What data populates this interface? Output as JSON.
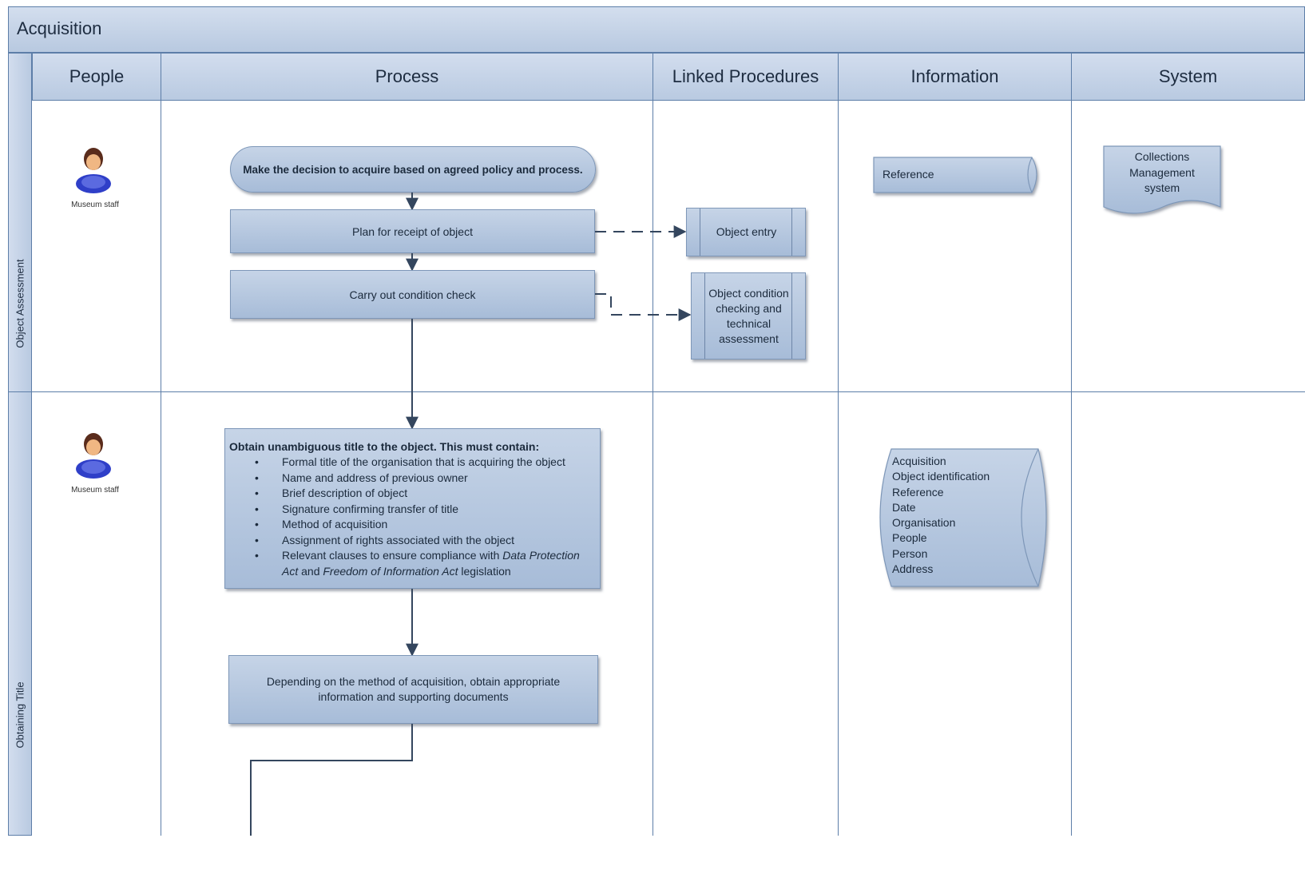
{
  "title": "Acquisition",
  "columns": [
    "People",
    "Process",
    "Linked Procedures",
    "Information",
    "System"
  ],
  "lanes": [
    "Object Assessment",
    "Obtaining Title"
  ],
  "people": {
    "label1": "Museum staff",
    "label2": "Museum staff"
  },
  "process": {
    "decision": "Make the decision to acquire based on  agreed policy and process.",
    "plan": "Plan for receipt of object",
    "condition_check": "Carry out condition check",
    "title_heading": "Obtain unambiguous title to the object. This must contain:",
    "title_items": [
      "Formal title of the organisation that is acquiring the object",
      "Name and address of previous owner",
      "Brief description of object",
      "Signature confirming transfer of title",
      "Method of acquisition",
      "Assignment of rights associated with the object"
    ],
    "title_last_item": {
      "pre": "Relevant clauses to ensure compliance with ",
      "italic1": "Data Protection Act",
      "mid": " and ",
      "italic2": "Freedom of Information Act",
      "post": " legislation"
    },
    "depending": "Depending on the method of acquisition, obtain appropriate information and supporting documents"
  },
  "linked_procedures": {
    "object_entry": "Object entry",
    "condition_assessment": "Object condition checking and technical assessment"
  },
  "information": {
    "reference": "Reference",
    "items": [
      "Acquisition",
      "Object identification",
      "Reference",
      "Date",
      "Organisation",
      "People",
      "Person",
      "Address"
    ]
  },
  "system": {
    "cms": "Collections Management system"
  },
  "colors": {
    "header_fill": "#c6d4e7",
    "border": "#5d7ea8",
    "shape_fill": "#b5c7df",
    "line": "#3f5877"
  }
}
